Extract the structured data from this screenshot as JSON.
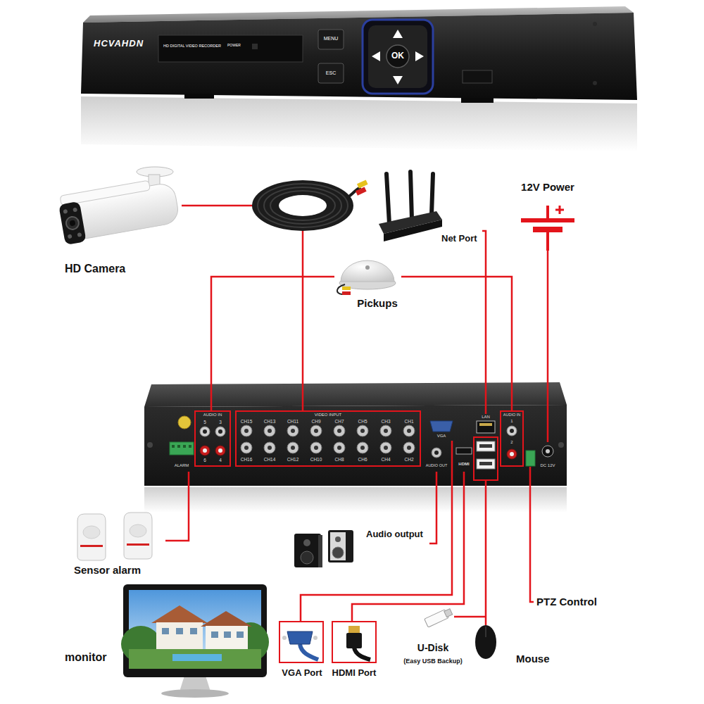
{
  "diagram": {
    "nodes": [
      {
        "text": [
          "HD Camera"
        ]
      },
      {
        "text": [
          "Net Port"
        ]
      },
      {
        "text": [
          "12V Power"
        ]
      },
      {
        "text": [
          "Pickups"
        ]
      },
      {
        "text": [
          "AUDIO IN",
          "5",
          "3",
          "6",
          "4"
        ]
      },
      {
        "text": [
          "VIDEO INPUT",
          "CH15",
          "CH13",
          "CH11",
          "CH9",
          "CH7",
          "CH5",
          "CH3",
          "CH1",
          "CH16",
          "CH14",
          "CH12",
          "CH10",
          "CH8",
          "CH6",
          "CH4",
          "CH2"
        ]
      },
      {
        "text": [
          "VGA"
        ]
      },
      {
        "text": [
          "LAN"
        ]
      },
      {
        "text": [
          "AUDIO IN",
          "1",
          "2"
        ]
      },
      {
        "text": [
          "DC 12V"
        ]
      },
      {
        "text": [
          "ALARM"
        ]
      },
      {
        "text": [
          "AUDIO OUT"
        ]
      },
      {
        "text": [
          "HDMI"
        ]
      },
      {
        "text": [
          "Sensor alarm"
        ]
      },
      {
        "text": [
          "Audio output"
        ]
      },
      {
        "text": [
          "PTZ Control"
        ]
      },
      {
        "text": [
          "monitor"
        ]
      },
      {
        "text": [
          "VGA Port"
        ]
      },
      {
        "text": [
          "HDMI Port"
        ]
      },
      {
        "text": [
          "U-Disk",
          "(Easy USB Backup)"
        ]
      },
      {
        "text": [
          "Mouse"
        ]
      }
    ],
    "edges": [
      {
        "from": 0,
        "to": 5,
        "arrow": "none"
      },
      {
        "from": 1,
        "to": 7,
        "arrow": "none"
      },
      {
        "from": 2,
        "to": 9,
        "arrow": "none"
      },
      {
        "from": 3,
        "to": 4,
        "arrow": "none"
      },
      {
        "from": 3,
        "to": 8,
        "arrow": "none"
      },
      {
        "from": 13,
        "to": 10,
        "arrow": "none"
      },
      {
        "from": 14,
        "to": 11,
        "arrow": "none"
      },
      {
        "from": 17,
        "to": 6,
        "arrow": "none"
      },
      {
        "from": 18,
        "to": 12,
        "arrow": "none"
      }
    ],
    "labels": [
      "HCVAHDN",
      "HD DIGITAL VIDEO RECORDER",
      "POWER",
      "MENU",
      "ESC",
      "OK"
    ]
  }
}
